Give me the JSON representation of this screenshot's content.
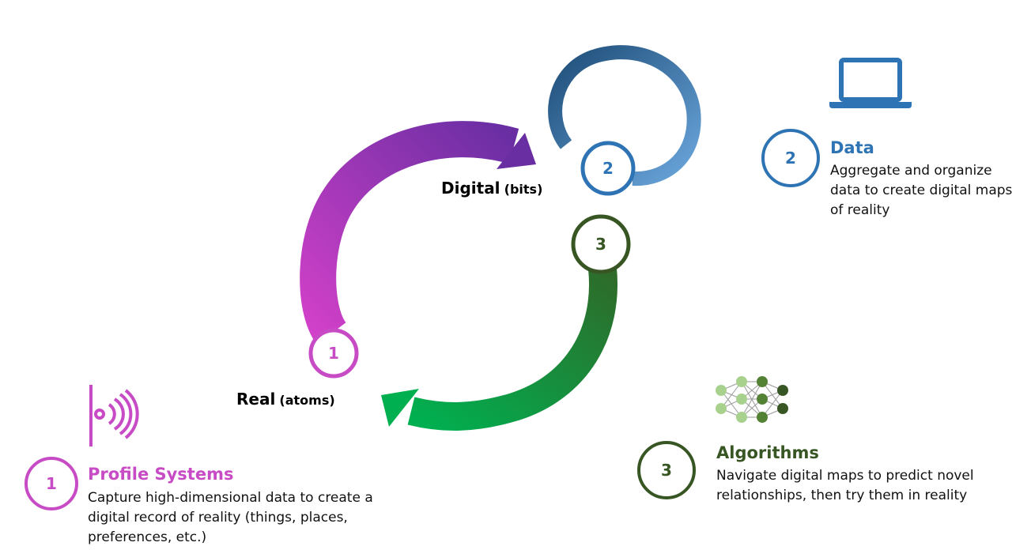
{
  "colors": {
    "purple_start": "#c63fc4",
    "purple_end": "#6a2ea3",
    "green_start": "#2e6b2a",
    "green_end": "#00b050",
    "blue_dark": "#1f5d97",
    "blue_light": "#5b9bd5",
    "profile_color": "#c84bc6",
    "data_color": "#2e74b5",
    "algo_color": "#375623"
  },
  "cycle": {
    "digital_label": "Digital",
    "digital_sub": "(bits)",
    "real_label": "Real",
    "real_sub": "(atoms)",
    "node_1": "1",
    "node_2": "2",
    "node_3": "3"
  },
  "profile": {
    "number": "1",
    "title": "Profile Systems",
    "desc": "Capture high-dimensional data to create a digital record of reality (things, places, preferences, etc.)",
    "icon": "sensor-signal-icon"
  },
  "data": {
    "number": "2",
    "title": "Data",
    "desc": "Aggregate and organize data to create digital maps of reality",
    "icon": "laptop-icon"
  },
  "algorithms": {
    "number": "3",
    "title": "Algorithms",
    "desc": "Navigate digital maps to predict novel relationships, then try them in reality",
    "icon": "neural-network-icon"
  }
}
